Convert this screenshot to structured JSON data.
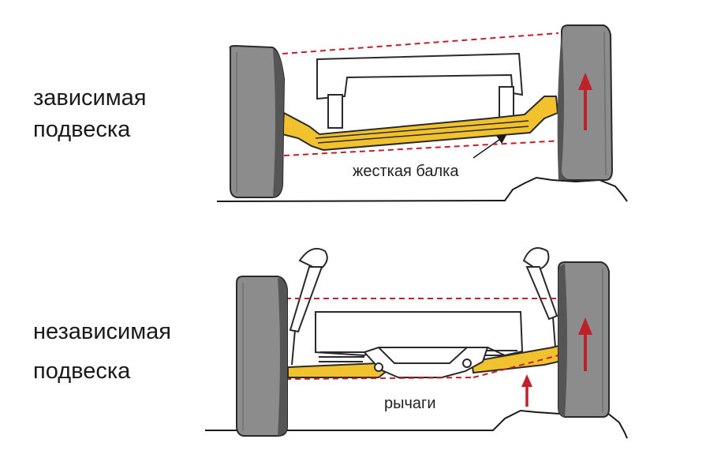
{
  "diagram": {
    "dependent": {
      "title_line1": "зависимая",
      "title_line2": "подвеска",
      "callout": "жесткая балка"
    },
    "independent": {
      "title_line1": "независимая",
      "title_line2": "подвеска",
      "callout": "рычаги"
    }
  },
  "colors": {
    "beam": "#f2c22e",
    "beam_outline": "#2a2a2a",
    "tire": "#8c8c8c",
    "tire_dark": "#555555",
    "dashed_line": "#c0202a",
    "arrow": "#c0202a"
  }
}
